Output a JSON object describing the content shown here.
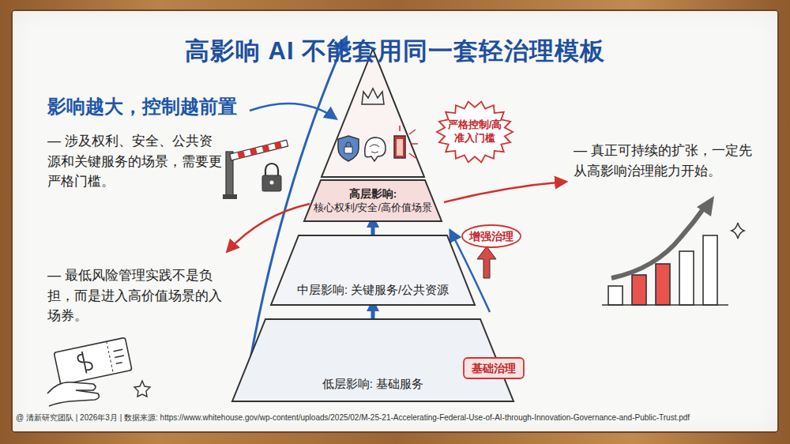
{
  "diagram": {
    "title": "高影响 AI 不能套用同一套轻治理模板",
    "caption": "@ 清新研究团队 | 2026年3月 | 数据来源: https://www.whitehouse.gov/wp-content/uploads/2025/02/M-25-21-Accelerating-Federal-Use-of-AI-through-Innovation-Governance-and-Public-Trust.pdf",
    "nodes": [
      {
        "text": [
          "高层影响:",
          "核心权利/安全/高价值场景"
        ]
      },
      {
        "text": [
          "严格控制/高准入门槛"
        ]
      },
      {
        "text": [
          "中层影响: 关键服务/公共资源"
        ]
      },
      {
        "text": [
          "增强治理"
        ]
      },
      {
        "text": [
          "低层影响: 基础服务"
        ]
      },
      {
        "text": [
          "基础治理"
        ]
      }
    ],
    "edges": [
      {
        "from": 4,
        "to": 2,
        "arrow": "to"
      },
      {
        "from": 2,
        "to": 0,
        "arrow": "to"
      }
    ],
    "labels": [
      "影响越大，控制越前置",
      "— 涉及权利、安全、公共资源和关键服务的场景，需要更严格门槛。",
      "— 最低风险管理实践不是负担，而是进入高价值场景的入场券。",
      "— 真正可持续的扩张，一定先从高影响治理能力开始。"
    ]
  }
}
